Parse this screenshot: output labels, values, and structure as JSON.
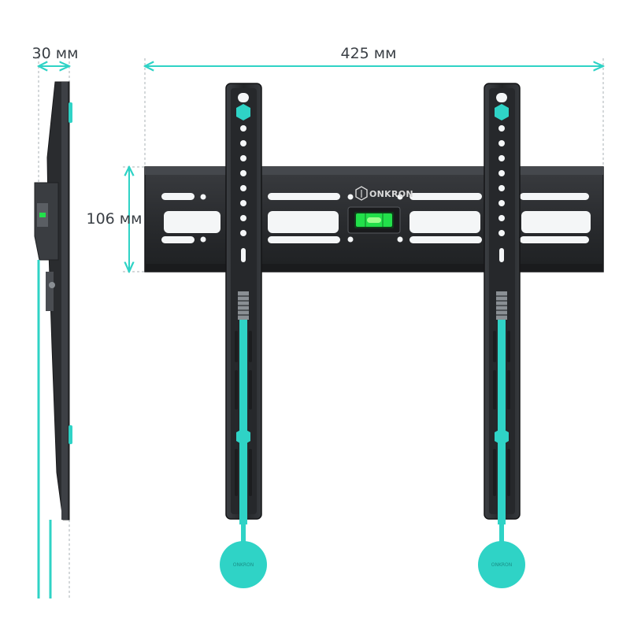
{
  "dimensions": {
    "depth": "30 мм",
    "width": "425 мм",
    "height": "106 мм"
  },
  "brand": {
    "name": "ONKRON"
  },
  "tab_label": "ONKRON",
  "colors": {
    "accent": "#2fd3c6",
    "metal": "#2b2d30",
    "metal_edge": "#4a4d52",
    "level_bubble": "#22e04a",
    "dim_text": "#3a3f45"
  }
}
